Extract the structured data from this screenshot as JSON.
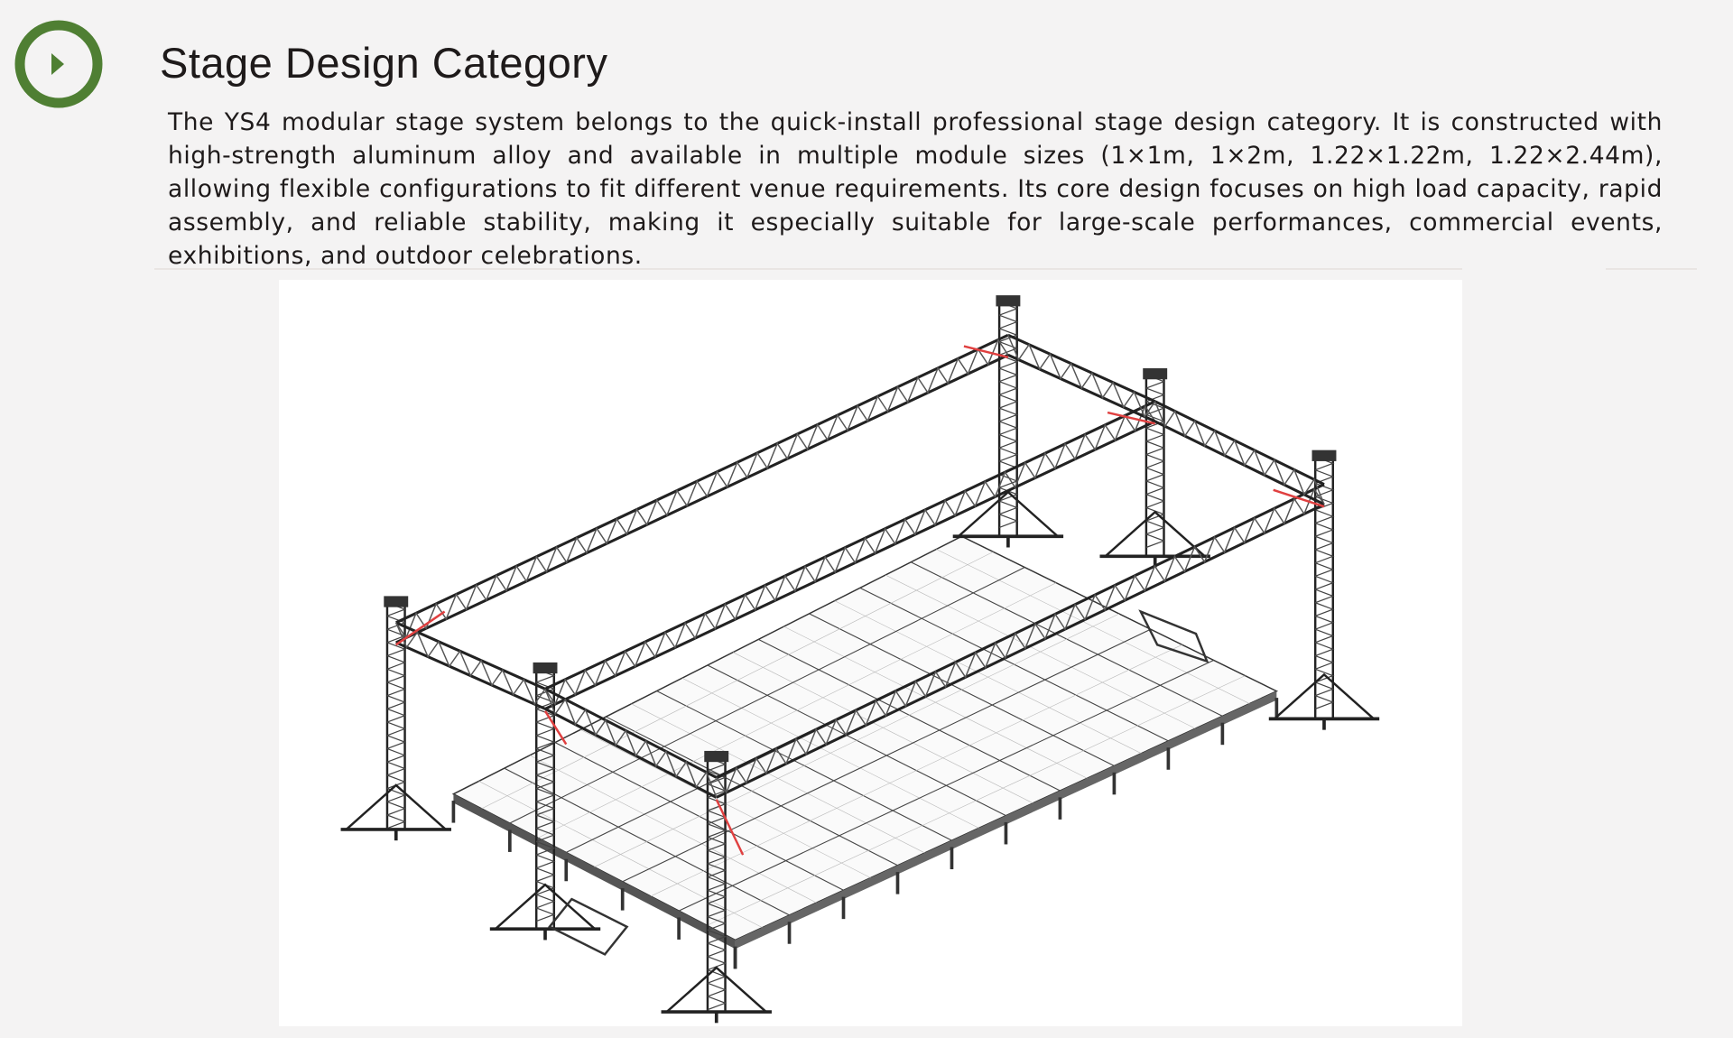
{
  "section": {
    "icon": "play-circle-icon",
    "accent_color": "#4f7f33",
    "title": "Stage Design Category",
    "description": "The YS4 modular stage system belongs to the quick-install professional stage design category. It is constructed with high-strength aluminum alloy and available in multiple module sizes (1×1m, 1×2m, 1.22×1.22m, 1.22×2.44m), allowing flexible configurations to fit different venue requirements. Its core design focuses on high load capacity, rapid assembly, and reliable stability, making it especially suitable for large-scale performances, commercial events, exhibitions, and outdoor celebrations."
  },
  "figure": {
    "subject": "stage-truss-illustration"
  }
}
